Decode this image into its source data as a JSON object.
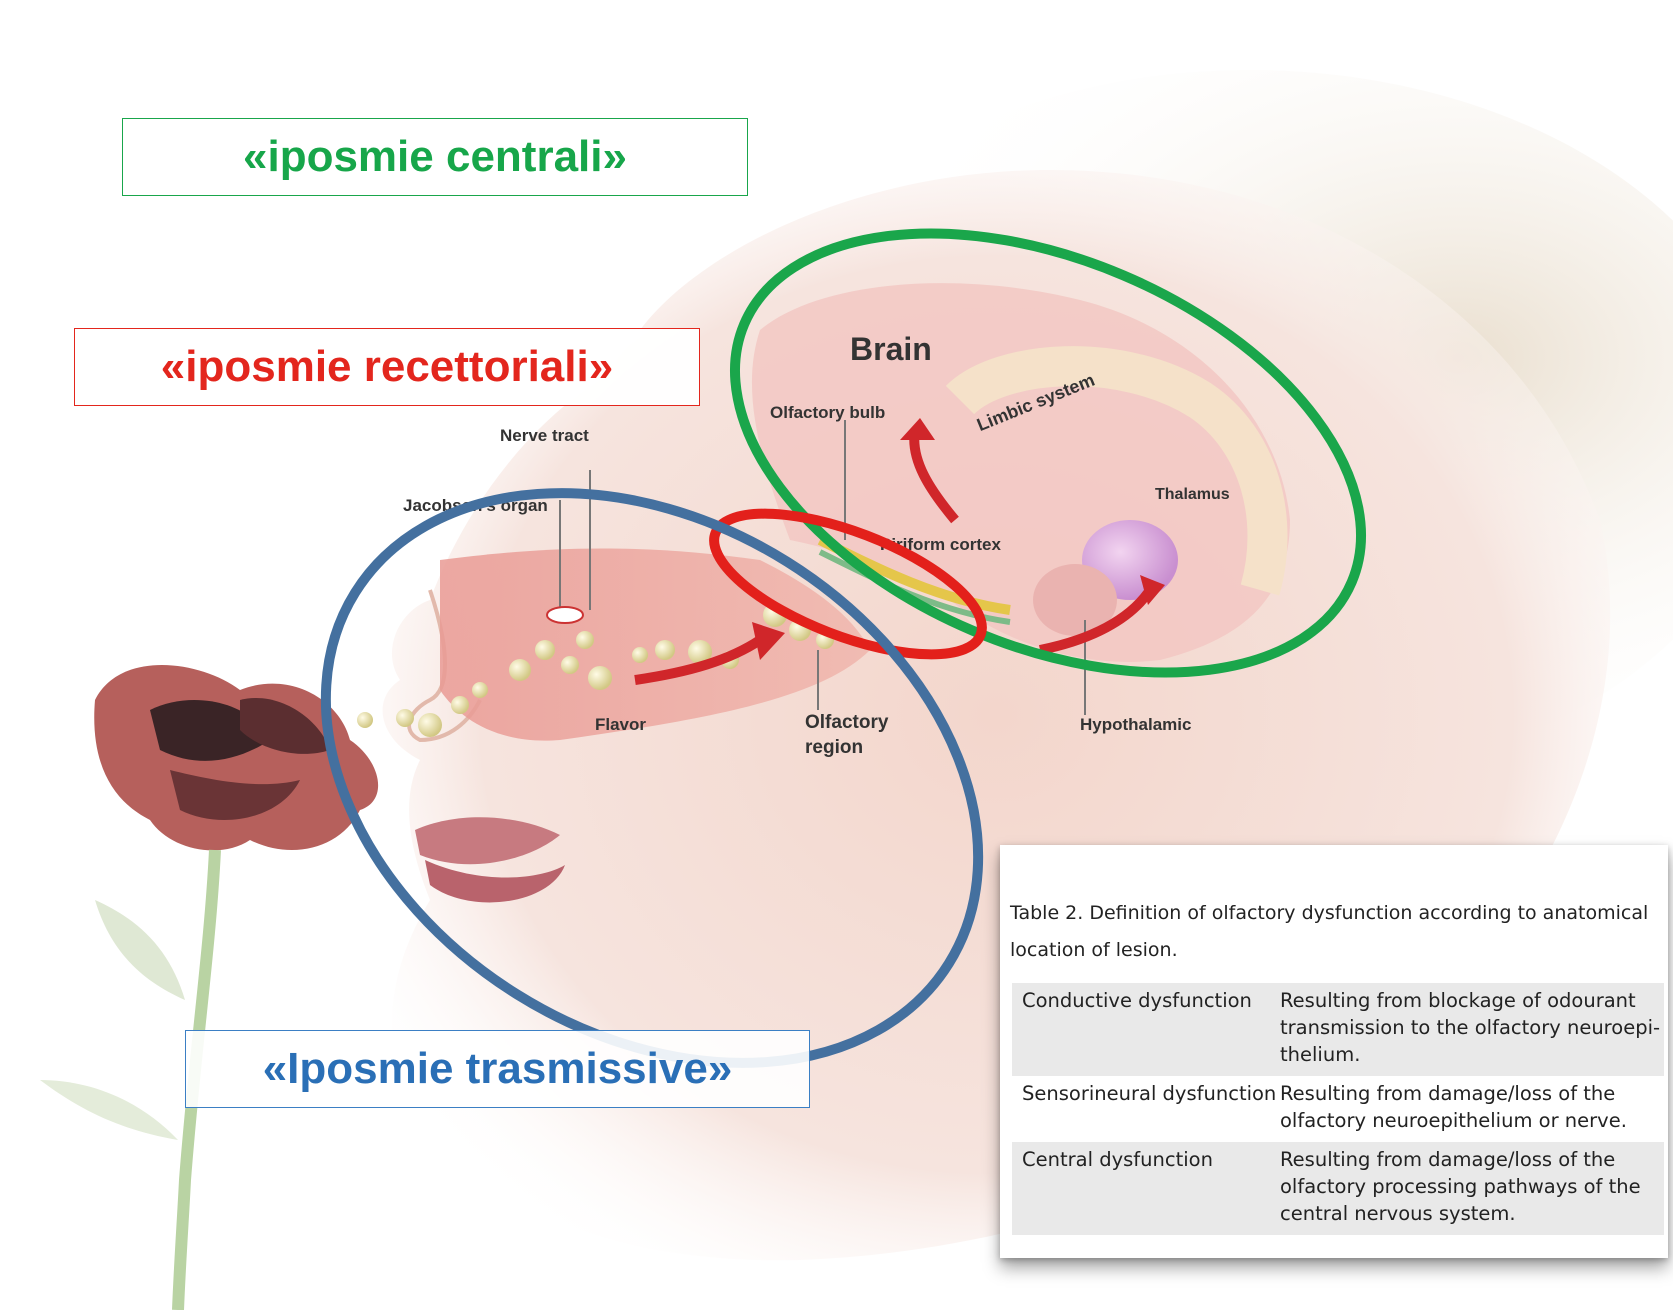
{
  "callouts": {
    "central": "«iposmie centrali»",
    "receptorial": "«iposmie recettoriali»",
    "transmissive": "«Iposmie trasmissive»"
  },
  "anatomy_labels": {
    "brain": "Brain",
    "limbic_system": "Limbic system",
    "olfactory_bulb": "Olfactory bulb",
    "nerve_tract": "Nerve tract",
    "jacobsons_organ": "Jacobson's organ",
    "piriform_cortex": "Piriform cortex",
    "thalamus": "Thalamus",
    "flavor": "Flavor",
    "olfactory_region_1": "Olfactory",
    "olfactory_region_2": "region",
    "hypothalamic": "Hypothalamic"
  },
  "table": {
    "caption_line1": "Table 2. Definition of olfactory dysfunction according to anatomical",
    "caption_line2": "location of lesion.",
    "rows": [
      {
        "term": "Conductive dysfunction",
        "definition": [
          "Resulting from blockage of odourant",
          "transmission to the olfactory neuroepi-",
          "thelium."
        ]
      },
      {
        "term": "Sensorineural dysfunction",
        "definition": [
          "Resulting from damage/loss of the",
          "olfactory neuroepithelium or nerve."
        ]
      },
      {
        "term": "Central dysfunction",
        "definition": [
          "Resulting from damage/loss of the",
          "olfactory processing pathways of the",
          "central nervous system."
        ]
      }
    ]
  },
  "colors": {
    "central": "#17a64a",
    "receptorial": "#e3261d",
    "transmissive": "#2a6fb6",
    "blue_ellipse": "#44709f"
  }
}
